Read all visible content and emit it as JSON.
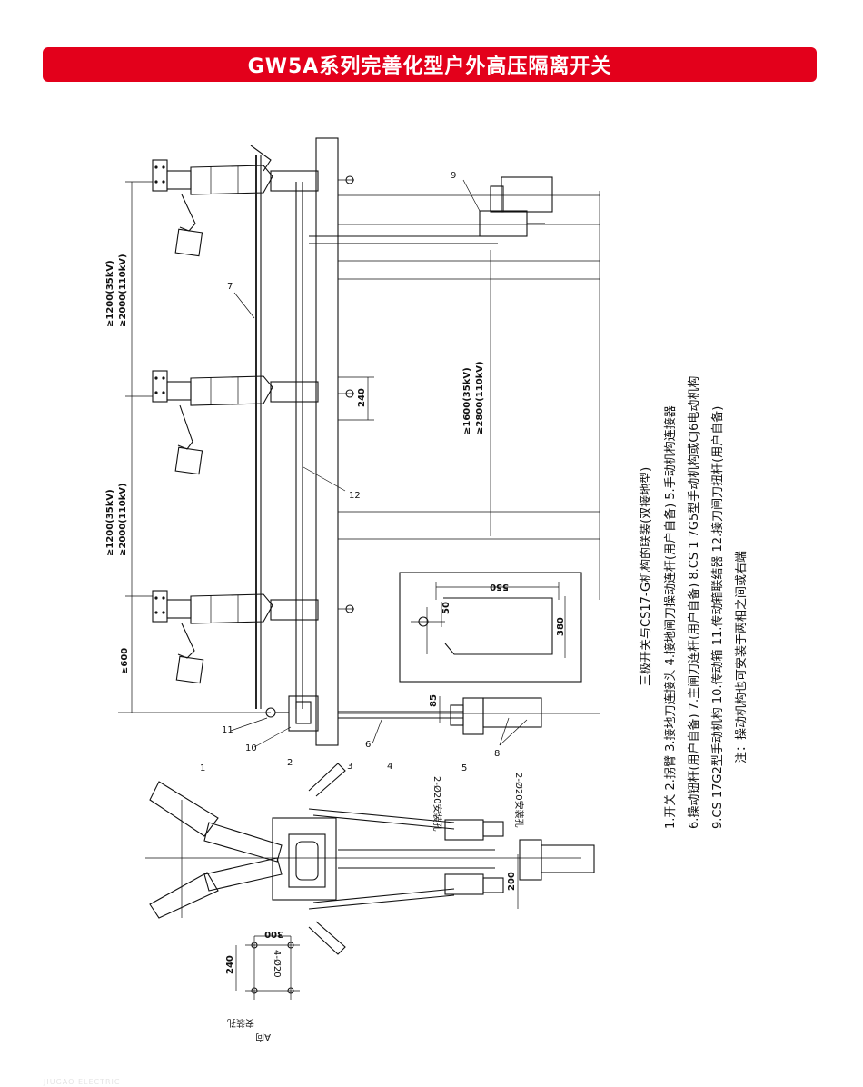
{
  "header": {
    "title": "GW5A系列完善化型户外高压隔离开关",
    "bg_color": "#e3001b"
  },
  "dims": {
    "d1200a": "≥1200(35kV)",
    "d2000a": "≥2000(110kV)",
    "d1200b": "≥1200(35kV)",
    "d2000b": "≥2000(110kV)",
    "d600": "≥600",
    "d1600": "≥1600(35kV)",
    "d2800": "≥2800(110kV)",
    "d240a": "240",
    "d85": "85",
    "d550": "550",
    "d50": "50",
    "d380": "380",
    "d300": "300",
    "d240b": "240",
    "d200": "200",
    "holes4": "4-Ø20",
    "holes2a": "2-Ø20安装孔",
    "holes2b": "2-Ø20安装孔",
    "mount": "安装孔",
    "viewA": "A向"
  },
  "callouts": [
    "1",
    "2",
    "3",
    "4",
    "5",
    "6",
    "7",
    "8",
    "9",
    "10",
    "11",
    "12"
  ],
  "notes": {
    "caption": "三极开关与CS17-G机构的联装(双接地型)",
    "line1": "1.开关  2.拐臂  3.接地刀连接头  4.接地闸刀操动连杆(用户自备)  5.手动机构连接器",
    "line2": "6.操动钮杆(用户自备)  7.主闸刀连杆(用户自备)  8.CS 1 7G5型手动机构或CJ6电动机构",
    "line3": "9.CS 17G2型手动机构    10.传动箱    11.传动箱联结器    12.接刀闸刀扭杆(用户自备)",
    "line4": "注：操动机构也可安装于两相之间或右端"
  },
  "footer": {
    "text": "JIUGAO ELECTRIC"
  }
}
